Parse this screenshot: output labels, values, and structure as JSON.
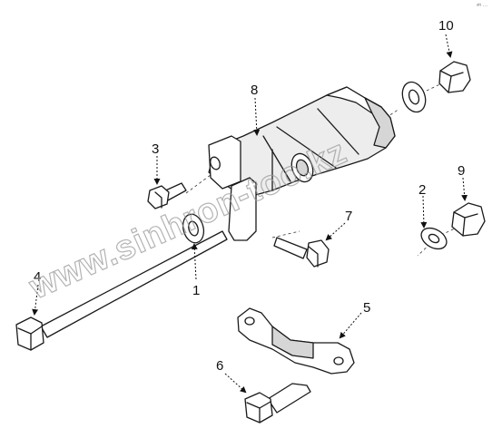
{
  "corner_mark": "ᵃᴺ ···",
  "watermark": "www.sinhron-too.kz",
  "callouts": [
    {
      "id": "1",
      "label": "1"
    },
    {
      "id": "2",
      "label": "2"
    },
    {
      "id": "3",
      "label": "3"
    },
    {
      "id": "4",
      "label": "4"
    },
    {
      "id": "5",
      "label": "5"
    },
    {
      "id": "6",
      "label": "6"
    },
    {
      "id": "7",
      "label": "7"
    },
    {
      "id": "8",
      "label": "8"
    },
    {
      "id": "9",
      "label": "9"
    },
    {
      "id": "10",
      "label": "10"
    }
  ]
}
